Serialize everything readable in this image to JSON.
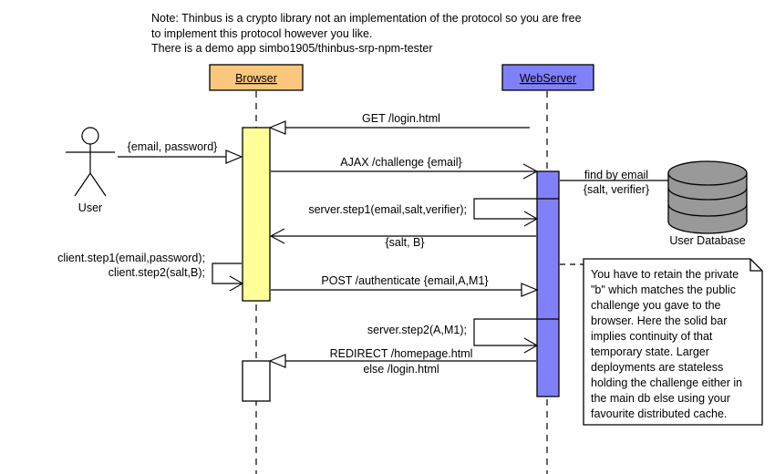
{
  "diagram": {
    "type": "uml-sequence-diagram",
    "title_note": {
      "lines": [
        "Note: Thinbus is a crypto library not an implementation of the protocol so you are free",
        "to implement this protocol however you like.",
        "There is a demo app simbo1905/thinbus-srp-npm-tester"
      ]
    },
    "colors": {
      "browser_header_fill": "#fac77d",
      "browser_activation_fill": "#ffff99",
      "webserver_header_fill": "#8080f8",
      "webserver_activation_fill": "#8080f8",
      "database_fill": "#999999",
      "note_fill": "#ffffff",
      "stroke": "#000000",
      "background": "#ffffff"
    },
    "participants": [
      {
        "id": "user",
        "label": "User",
        "shape": "actor"
      },
      {
        "id": "browser",
        "label": "Browser",
        "shape": "box",
        "fill": "#fac77d"
      },
      {
        "id": "webserver",
        "label": "WebServer",
        "shape": "box",
        "fill": "#8080f8"
      },
      {
        "id": "database",
        "label": "User Database",
        "shape": "cylinder",
        "fill": "#999999"
      }
    ],
    "messages": [
      {
        "id": "m1",
        "label": "GET /login.html",
        "from": "webserver",
        "to": "browser",
        "direction": "left",
        "arrowhead": "hollow-triangle"
      },
      {
        "id": "m2",
        "label": "{email, password}",
        "from": "user",
        "to": "browser",
        "direction": "right",
        "arrowhead": "hollow-triangle"
      },
      {
        "id": "m3",
        "label": "AJAX /challenge {email}",
        "from": "browser",
        "to": "webserver",
        "direction": "right",
        "arrowhead": "open-line"
      },
      {
        "id": "m4",
        "label": "server.step1(email,salt,verifier);",
        "from": "webserver",
        "to": "webserver",
        "direction": "self",
        "arrowhead": "open-line"
      },
      {
        "id": "m5",
        "label": "{salt, B}",
        "from": "webserver",
        "to": "browser",
        "direction": "left",
        "arrowhead": "open-line"
      },
      {
        "id": "m6",
        "label_lines": [
          "client.step1(email,password);",
          "client.step2(salt,B);"
        ],
        "from": "browser",
        "to": "browser",
        "direction": "self",
        "arrowhead": "open-line"
      },
      {
        "id": "m7",
        "label": "POST /authenticate {email,A,M1}",
        "from": "browser",
        "to": "webserver",
        "direction": "right",
        "arrowhead": "hollow-triangle"
      },
      {
        "id": "m8",
        "label": "server.step2(A,M1);",
        "from": "webserver",
        "to": "webserver",
        "direction": "self",
        "arrowhead": "open-line"
      },
      {
        "id": "m9",
        "label_lines": [
          "REDIRECT /homepage.html",
          "else /login.html"
        ],
        "from": "webserver",
        "to": "browser",
        "direction": "left",
        "arrowhead": "hollow-triangle"
      },
      {
        "id": "m10",
        "label_lines": [
          "find by email",
          "{salt, verifier}"
        ],
        "from": "webserver",
        "to": "database",
        "direction": "plain",
        "arrowhead": "none"
      }
    ],
    "side_note": {
      "lines": [
        "You have to retain the private",
        "\"b\" which matches the public",
        "challenge you gave to the",
        "browser. Here the solid bar",
        "implies continuity of that",
        "temporary state. Larger",
        "deployments are stateless",
        "holding the challenge either in",
        "the main db else using your",
        "favourite distributed cache."
      ]
    }
  }
}
